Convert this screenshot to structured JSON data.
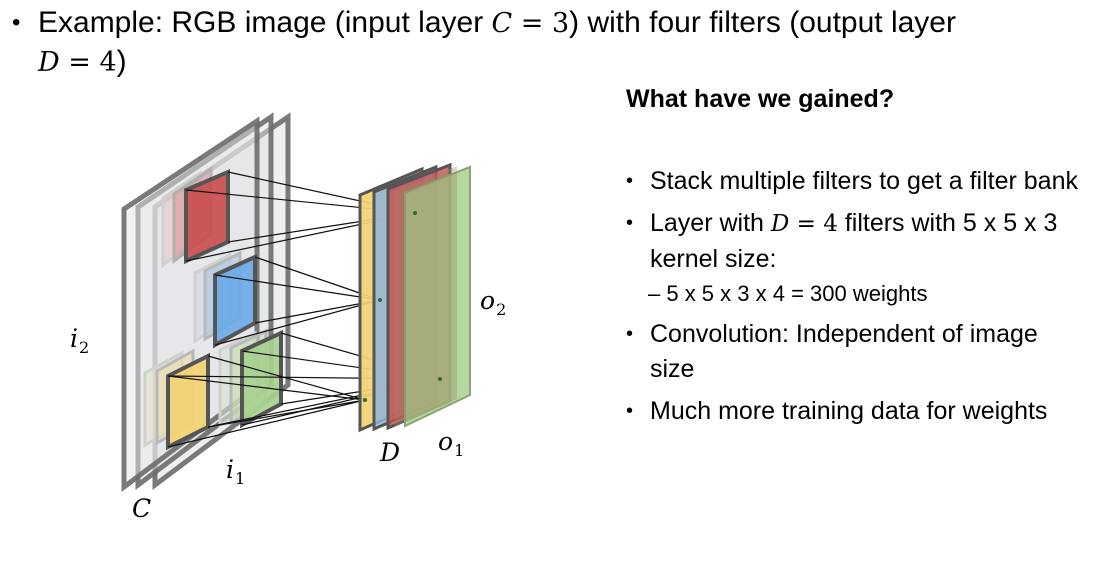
{
  "intro": {
    "bullet": "•",
    "text_1": "Example: RGB image (input layer ",
    "math_1": "C",
    "math_1_eq": " = 3",
    "text_2": ") with four filters (output layer ",
    "math_2": "D",
    "math_2_eq": " = 4",
    "text_3": ")"
  },
  "diagram": {
    "label_i": "i",
    "label_i_sub": "2",
    "label_j": "i",
    "label_j_sub": "1",
    "label_c": "C",
    "label_d": "D",
    "label_o1": "o",
    "label_o1_sub": "1",
    "label_o2": "o",
    "label_o2_sub": "2",
    "colors": {
      "red": "#c94c4c",
      "blue": "#6aa8e8",
      "yellow": "#f2d374",
      "green": "#a9d18e",
      "gray_plane": "#dfe1e4",
      "edge": "#6b6b6b"
    }
  },
  "summary": {
    "heading": "What have we gained?",
    "bullets": [
      {
        "text": "Stack multiple filters to get a filter bank"
      },
      {
        "pre": "Layer with ",
        "math": "D",
        "math_eq": " = 4",
        "post": " filters with 5 x 5 x 3 kernel size:"
      },
      {
        "text": "Convolution: Independent of image size"
      },
      {
        "text": "Much more training data for weights"
      }
    ],
    "sub_item": "– 5 x 5 x 3 x 4 = 300 weights"
  }
}
